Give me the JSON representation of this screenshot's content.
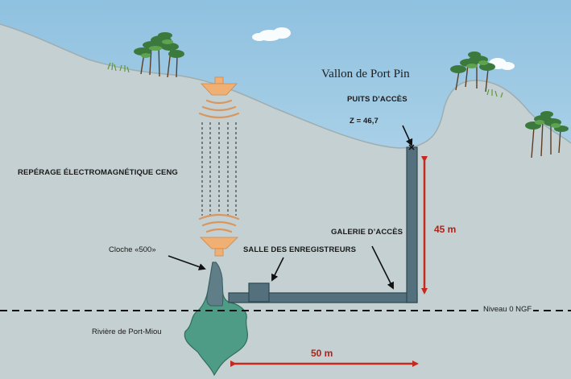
{
  "title": "Vallon de Port Pin",
  "labels": {
    "puits": "PUITS D’ACCÈS",
    "altitude": "Z = 46,7",
    "reperage": "REPÉRAGE ÉLECTROMAGNÉTIQUE CENG",
    "galerie": "GALERIE D’ACCÈS",
    "salle": "SALLE DES ENREGISTREURS",
    "cloche": "Cloche «500»",
    "niveau": "Niveau 0 NGF",
    "riviere": "Rivière de Port-Miou"
  },
  "dimensions": {
    "vertical": "45 m",
    "horizontal": "50 m"
  },
  "colors": {
    "sky": "#a9cfe6",
    "ground": "#c4d0d1",
    "emitter": "#f0b074",
    "gallery": "#53707c",
    "river": "#4e9c86",
    "arrow": "#c62a1e"
  }
}
